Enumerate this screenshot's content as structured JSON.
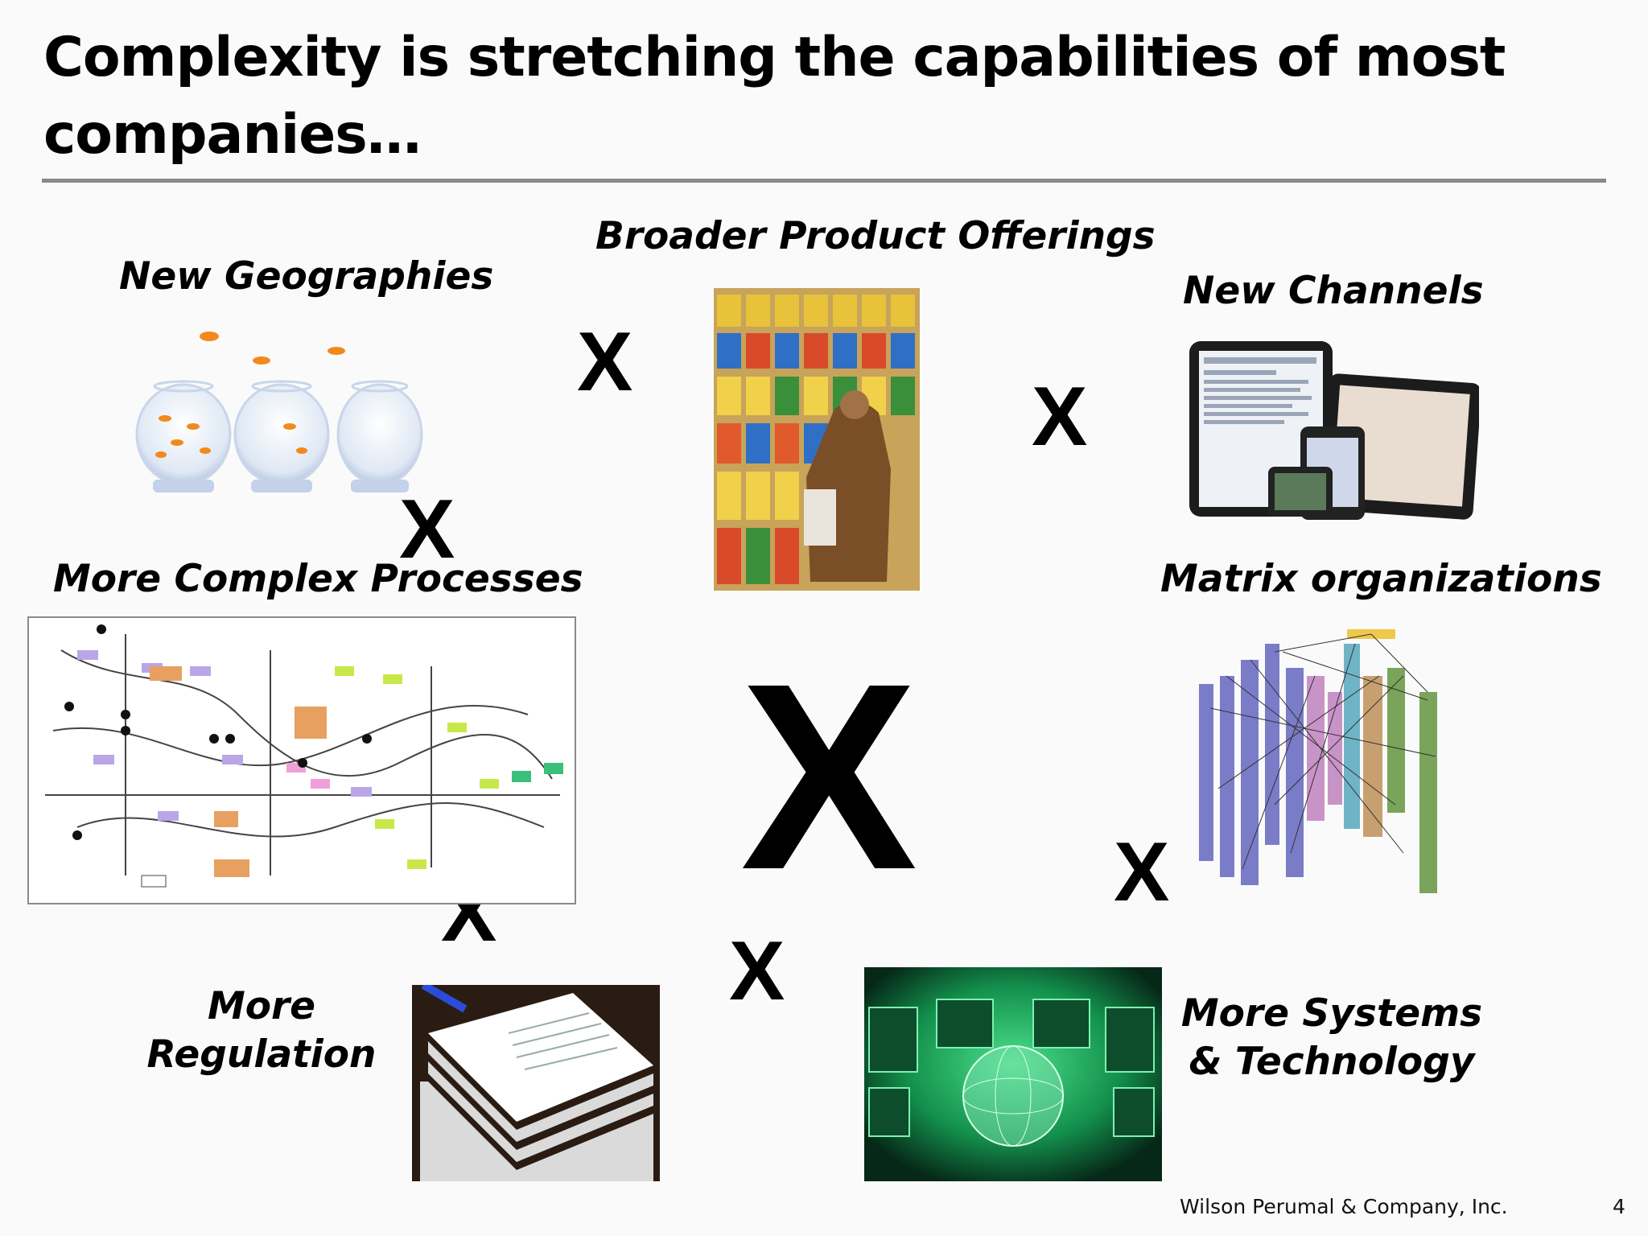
{
  "slide": {
    "title": "Complexity is stretching the capabilities of most companies…",
    "multiplier_symbol": "X",
    "footer": {
      "company": "Wilson Perumal & Company, Inc.",
      "page_number": "4"
    }
  },
  "factors": {
    "new_geographies": "New Geographies",
    "broader_products": "Broader Product Offerings",
    "new_channels": "New Channels",
    "complex_processes": "More Complex Processes",
    "matrix_orgs": "Matrix organizations",
    "regulation_line1": "More",
    "regulation_line2": "Regulation",
    "systems_line1": "More Systems",
    "systems_line2": "& Technology"
  },
  "colors": {
    "background": "#fafafb",
    "rule": "#8a8a8a",
    "tech_green": "#19a060"
  }
}
